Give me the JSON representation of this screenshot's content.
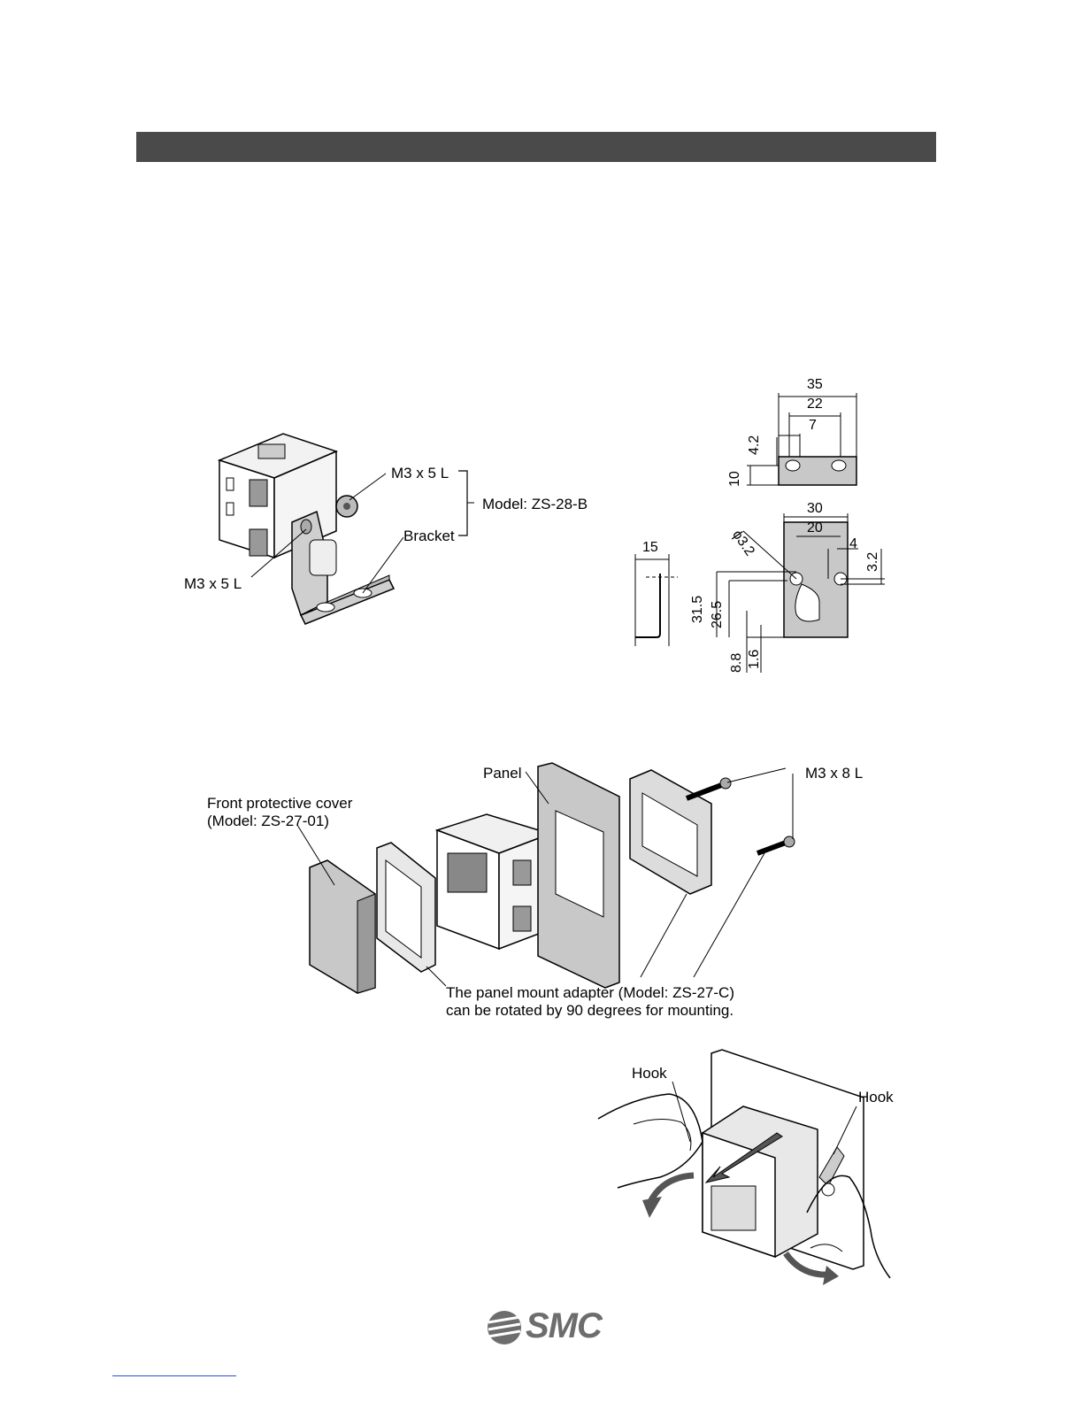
{
  "bracket_section": {
    "screw_top_label": "M3 x 5 L",
    "screw_left_label": "M3 x 5 L",
    "bracket_label": "Bracket",
    "model_label": "Model: ZS-28-B"
  },
  "dimensions": {
    "top_view": {
      "d35": "35",
      "d22": "22",
      "d7": "7",
      "d4_2": "4.2",
      "d10": "10"
    },
    "front_view": {
      "d30": "30",
      "d20": "20",
      "d4": "4",
      "d3_2": "3.2",
      "phi": "ϕ3.2",
      "d31_5": "31.5",
      "d26_5": "26.5",
      "d8_8": "8.8",
      "d1_6": "1.6"
    },
    "side_view": {
      "d15": "15"
    }
  },
  "panel_section": {
    "panel_label": "Panel",
    "screw_label": "M3 x 8 L",
    "cover_label_1": "Front protective cover",
    "cover_label_2": "(Model: ZS-27-01)",
    "adapter_note_1": "The panel mount adapter (Model: ZS-27-C)",
    "adapter_note_2": "can be rotated by 90 degrees for mounting."
  },
  "removal_section": {
    "hook_left": "Hook",
    "hook_right": "Hook"
  },
  "footer": {
    "logo_text": "SMC"
  },
  "colors": {
    "header_bar": "#4a4a4a",
    "part_gray": "#c8c8c8",
    "link_blue": "#2b4fd6"
  }
}
